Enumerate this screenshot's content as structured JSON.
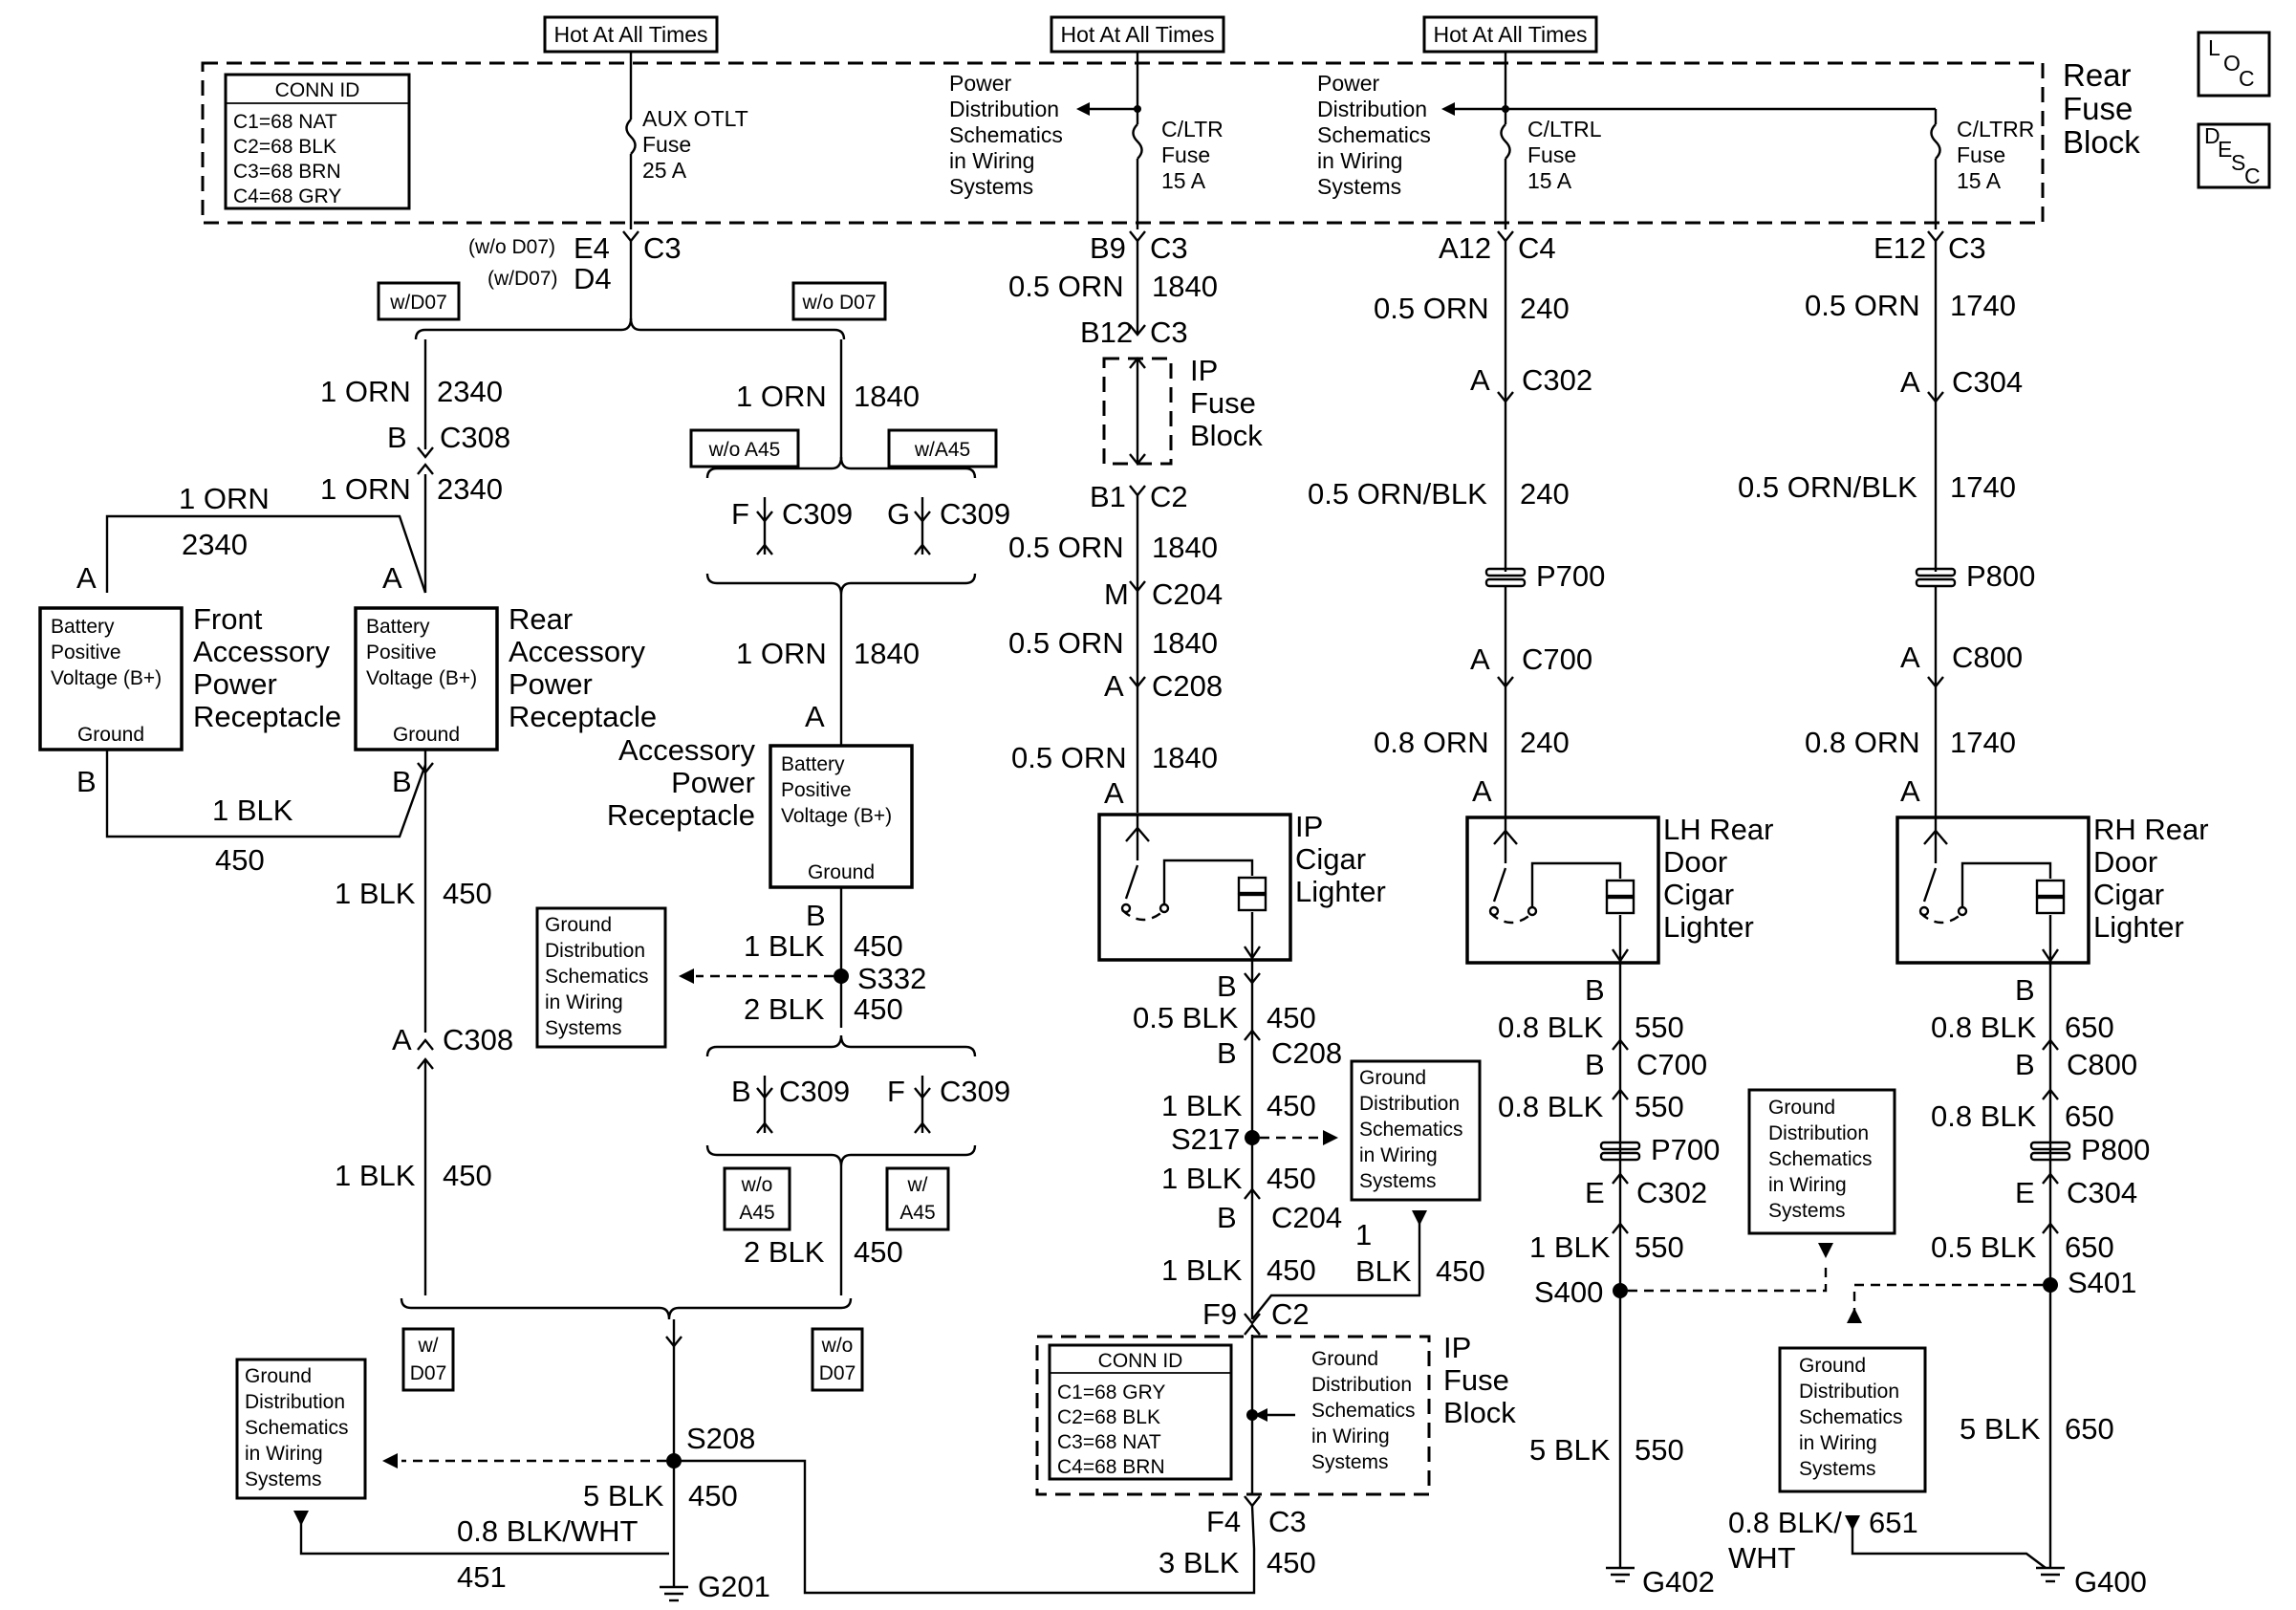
{
  "hot_label": "Hot At All Times",
  "rear_fuse_block": [
    "Rear",
    "Fuse",
    "Block"
  ],
  "conn_id_title": "CONN ID",
  "conn_id_rear": [
    "C1=68 NAT",
    "C2=68 BLK",
    "C3=68 BRN",
    "C4=68 GRY"
  ],
  "conn_id_ip": [
    "C1=68 GRY",
    "C2=68 BLK",
    "C3=68 NAT",
    "C4=68 BRN"
  ],
  "fuses": {
    "aux": [
      "AUX OTLT",
      "Fuse",
      "25 A"
    ],
    "cltr": [
      "C/LTR",
      "Fuse",
      "15 A"
    ],
    "cltrl": [
      "C/LTRL",
      "Fuse",
      "15 A"
    ],
    "cltrr": [
      "C/LTRR",
      "Fuse",
      "15 A"
    ]
  },
  "power_dist": [
    "Power",
    "Distribution",
    "Schematics",
    "in Wiring",
    "Systems"
  ],
  "ground_dist": [
    "Ground",
    "Distribution",
    "Schematics",
    "in Wiring",
    "Systems"
  ],
  "icons": {
    "loc": [
      "L",
      "O",
      "C"
    ],
    "desc": [
      "D",
      "E",
      "S",
      "C"
    ]
  },
  "options": {
    "wD07": "w/D07",
    "woD07": "w/o D07",
    "woA45": "w/o A45",
    "wA45": "w/A45",
    "wo": "w/o",
    "w": "w/",
    "A45": "A45",
    "D07": "D07",
    "woD07p": "(w/o D07)",
    "wD07p": "(w/D07)"
  },
  "receptacles": {
    "b_pos": [
      "Battery",
      "Positive",
      "Voltage (B+)"
    ],
    "ground": "Ground",
    "front": [
      "Front",
      "Accessory",
      "Power",
      "Receptacle"
    ],
    "rear": [
      "Rear",
      "Accessory",
      "Power",
      "Receptacle"
    ],
    "acc": [
      "Accessory",
      "Power",
      "Receptacle"
    ]
  },
  "ip_fuse_block": [
    "IP",
    "Fuse",
    "Block"
  ],
  "lighters": {
    "ip": [
      "IP",
      "Cigar",
      "Lighter"
    ],
    "lh": [
      "LH Rear",
      "Door",
      "Cigar",
      "Lighter"
    ],
    "rh": [
      "RH Rear",
      "Door",
      "Cigar",
      "Lighter"
    ]
  },
  "pins": {
    "A": "A",
    "B": "B",
    "E": "E",
    "F": "F",
    "G": "G",
    "M": "M",
    "E4": "E4",
    "D4": "D4",
    "B9": "B9",
    "B12": "B12",
    "B1": "B1",
    "A12": "A12",
    "E12": "E12",
    "F9": "F9",
    "F4": "F4",
    "one": "1"
  },
  "connectors": {
    "C2": "C2",
    "C3": "C3",
    "C4": "C4",
    "C204": "C204",
    "C208": "C208",
    "C302": "C302",
    "C304": "C304",
    "C308": "C308",
    "C309": "C309",
    "C700": "C700",
    "C800": "C800",
    "P700": "P700",
    "P800": "P800"
  },
  "splices": {
    "S208": "S208",
    "S217": "S217",
    "S332": "S332",
    "S400": "S400",
    "S401": "S401"
  },
  "grounds": {
    "G201": "G201",
    "G400": "G400",
    "G402": "G402"
  },
  "wires": {
    "orn05": "0.5 ORN",
    "orn08": "0.8 ORN",
    "orn1": "1 ORN",
    "ornblk05": "0.5 ORN/BLK",
    "blk05": "0.5 BLK",
    "blk08": "0.8 BLK",
    "blk1": "1 BLK",
    "blk2": "2 BLK",
    "blk3": "3 BLK",
    "blk5": "5 BLK",
    "blkwht08": "0.8 BLK/WHT",
    "blkslash08": "0.8 BLK/",
    "wht": "WHT",
    "blk": "BLK"
  },
  "circuits": {
    "c240": "240",
    "c1740": "1740",
    "c1840": "1840",
    "c2340": "2340",
    "c450": "450",
    "c451": "451",
    "c550": "550",
    "c650": "650",
    "c651": "651"
  }
}
